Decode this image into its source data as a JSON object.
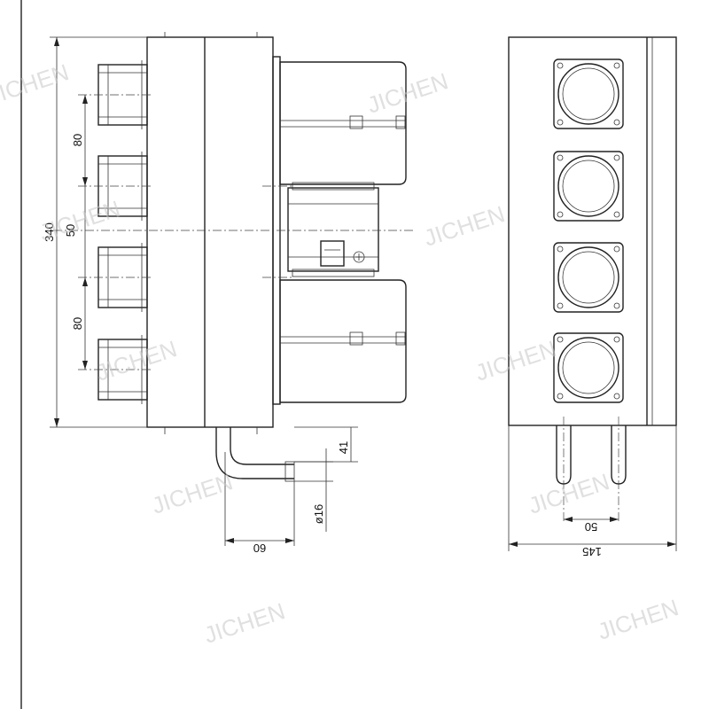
{
  "watermark": "JICHEN",
  "dimensions": {
    "overall_height": "340",
    "center_spacing": "50",
    "spacing_top": "80",
    "spacing_bottom": "80",
    "pipe_drop": "41",
    "pipe_diameter": "ø16",
    "pipe_offset": "60",
    "front_pipe_spacing": "50",
    "front_width": "145"
  }
}
